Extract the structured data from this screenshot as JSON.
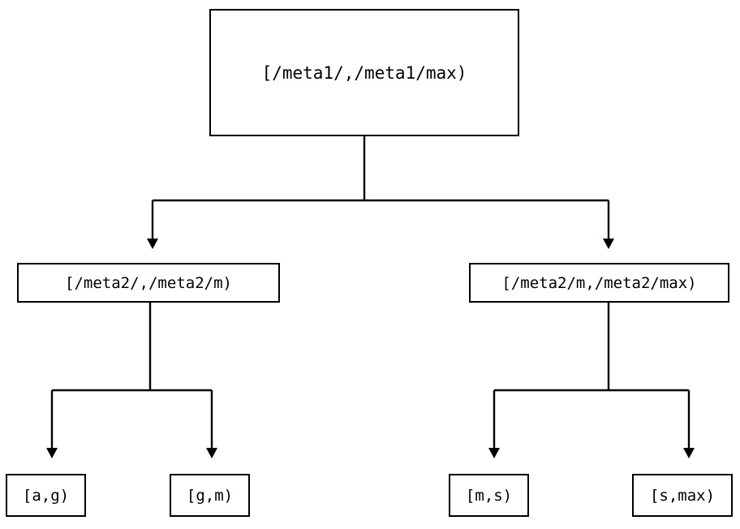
{
  "diagram": {
    "type": "tree",
    "title": "",
    "background_color": "#ffffff",
    "line_color": "#000000",
    "text_color": "#000000",
    "edge_style": "orthogonal",
    "arrowhead": "solid-triangle-down",
    "nodes": {
      "root": {
        "label": "[/meta1/,/meta1/max)",
        "level": 0
      },
      "meta2_left": {
        "label": "[/meta2/,/meta2/m)",
        "level": 1
      },
      "meta2_right": {
        "label": "[/meta2/m,/meta2/max)",
        "level": 1
      },
      "leaf_ag": {
        "label": "[a,g)",
        "level": 2
      },
      "leaf_gm": {
        "label": "[g,m)",
        "level": 2
      },
      "leaf_ms": {
        "label": "[m,s)",
        "level": 2
      },
      "leaf_smax": {
        "label": "[s,max)",
        "level": 2
      }
    },
    "edges": [
      {
        "from": "root",
        "to": "meta2_left"
      },
      {
        "from": "root",
        "to": "meta2_right"
      },
      {
        "from": "meta2_left",
        "to": "leaf_ag"
      },
      {
        "from": "meta2_left",
        "to": "leaf_gm"
      },
      {
        "from": "meta2_right",
        "to": "leaf_ms"
      },
      {
        "from": "meta2_right",
        "to": "leaf_smax"
      }
    ]
  }
}
